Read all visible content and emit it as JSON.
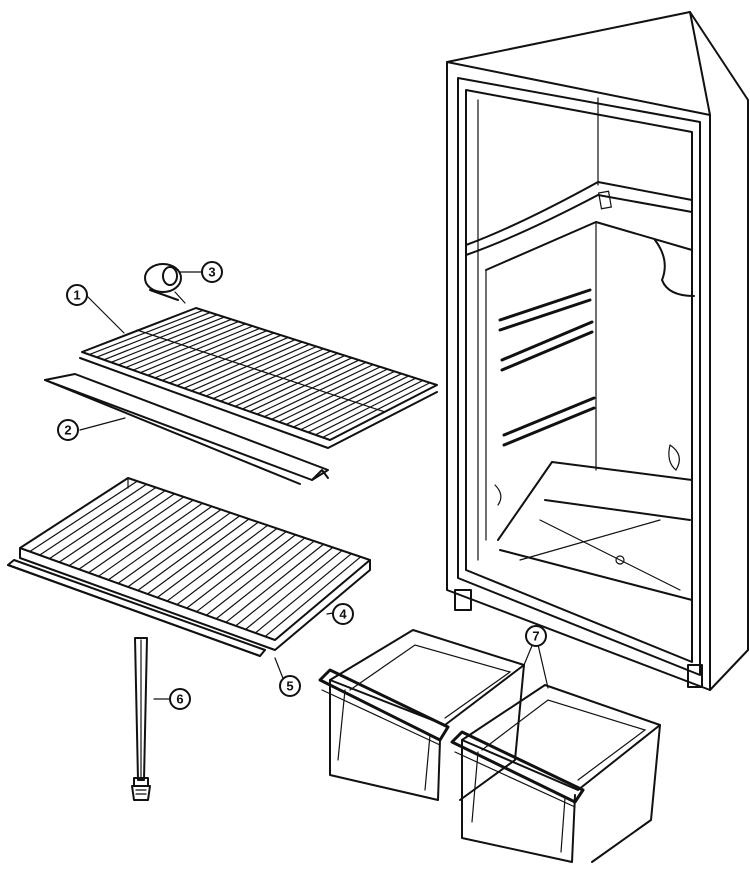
{
  "callouts": {
    "shelf_wire": "1",
    "shelf_trim": "2",
    "shelf_stud": "3",
    "crisper_cover": "4",
    "crisper_trim": "5",
    "rod": "6",
    "crisper_drawers": "7"
  }
}
